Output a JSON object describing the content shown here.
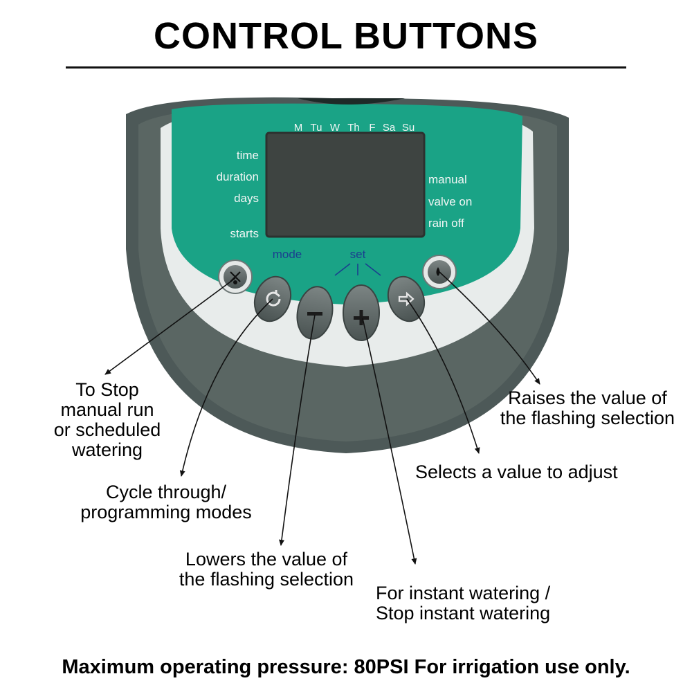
{
  "title": "CONTROL BUTTONS",
  "device": {
    "days": [
      "M",
      "Tu",
      "W",
      "Th",
      "F",
      "Sa",
      "Su"
    ],
    "left_labels": [
      "time",
      "duration",
      "days",
      "starts"
    ],
    "right_labels": [
      "manual",
      "valve on",
      "rain off"
    ],
    "mode_label": "mode",
    "set_label": "set",
    "colors": {
      "panel": "#1aa386",
      "body": "#3f4f4e",
      "rim": "#55625f",
      "lcd": "#3e4441",
      "label": "#1a3f8f"
    },
    "buttons": [
      {
        "name": "stop-button",
        "icon": "stop-watering-icon"
      },
      {
        "name": "mode-button",
        "icon": "cycle-icon"
      },
      {
        "name": "minus-button",
        "icon": "minus-icon"
      },
      {
        "name": "plus-button",
        "icon": "plus-icon"
      },
      {
        "name": "next-button",
        "icon": "arrow-right-icon"
      },
      {
        "name": "manual-water-button",
        "icon": "droplet-icon"
      }
    ]
  },
  "callouts": {
    "stop": [
      "To Stop",
      "manual run",
      "or scheduled",
      "watering"
    ],
    "cycle": [
      "Cycle through/",
      "programming modes"
    ],
    "lowers": [
      "Lowers the value of",
      "the flashing selection"
    ],
    "instant": [
      "For instant watering /",
      "Stop instant watering"
    ],
    "selects": [
      "Selects a value to adjust"
    ],
    "raises": [
      "Raises the value of",
      "the flashing selection"
    ]
  },
  "footer": "Maximum operating pressure: 80PSI For irrigation use only."
}
